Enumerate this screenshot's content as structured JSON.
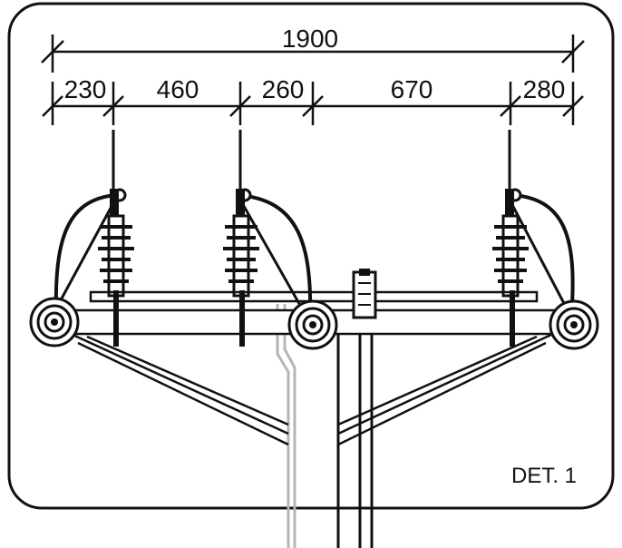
{
  "diagram": {
    "dimensions": {
      "total": "1900",
      "segments": [
        "230",
        "460",
        "260",
        "670",
        "280"
      ]
    },
    "detail_label": "DET. 1",
    "colors": {
      "line": "#111111",
      "gray_line": "#b5b5b5",
      "background": "#ffffff"
    }
  }
}
